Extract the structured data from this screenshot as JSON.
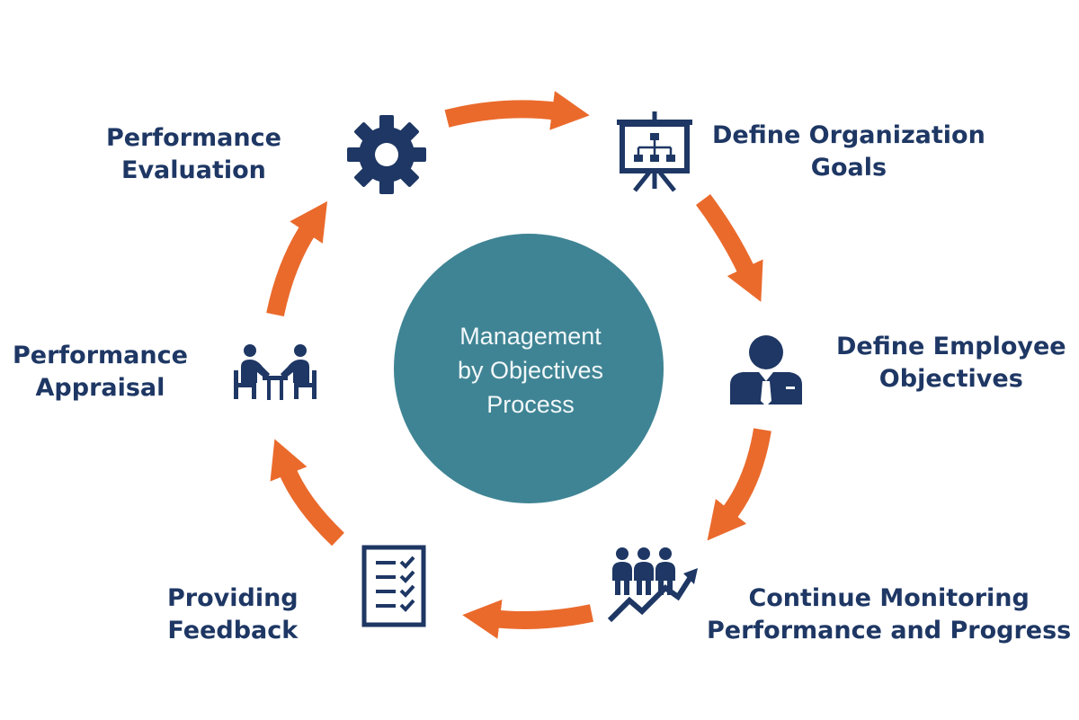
{
  "colors": {
    "arrow": "#ea6a2c",
    "icon": "#1e3764",
    "center": "#3f8494",
    "center_text": "#f2f8fa",
    "label": "#1e3764"
  },
  "center": {
    "lines": [
      "Management",
      "by Objectives",
      "Process"
    ]
  },
  "steps": [
    {
      "id": "define-organization-goals",
      "icon": "presentation-board-icon",
      "lines": [
        "Define Organization",
        "Goals"
      ]
    },
    {
      "id": "define-employee-objectives",
      "icon": "employee-icon",
      "lines": [
        "Define Employee",
        "Objectives"
      ]
    },
    {
      "id": "continue-monitoring",
      "icon": "team-growth-icon",
      "lines": [
        "Continue Monitoring",
        "Performance and Progress"
      ]
    },
    {
      "id": "providing-feedback",
      "icon": "checklist-icon",
      "lines": [
        "Providing",
        "Feedback"
      ]
    },
    {
      "id": "performance-appraisal",
      "icon": "meeting-icon",
      "lines": [
        "Performance",
        "Appraisal"
      ]
    },
    {
      "id": "performance-evaluation",
      "icon": "gear-icon",
      "lines": [
        "Performance",
        "Evaluation"
      ]
    }
  ]
}
